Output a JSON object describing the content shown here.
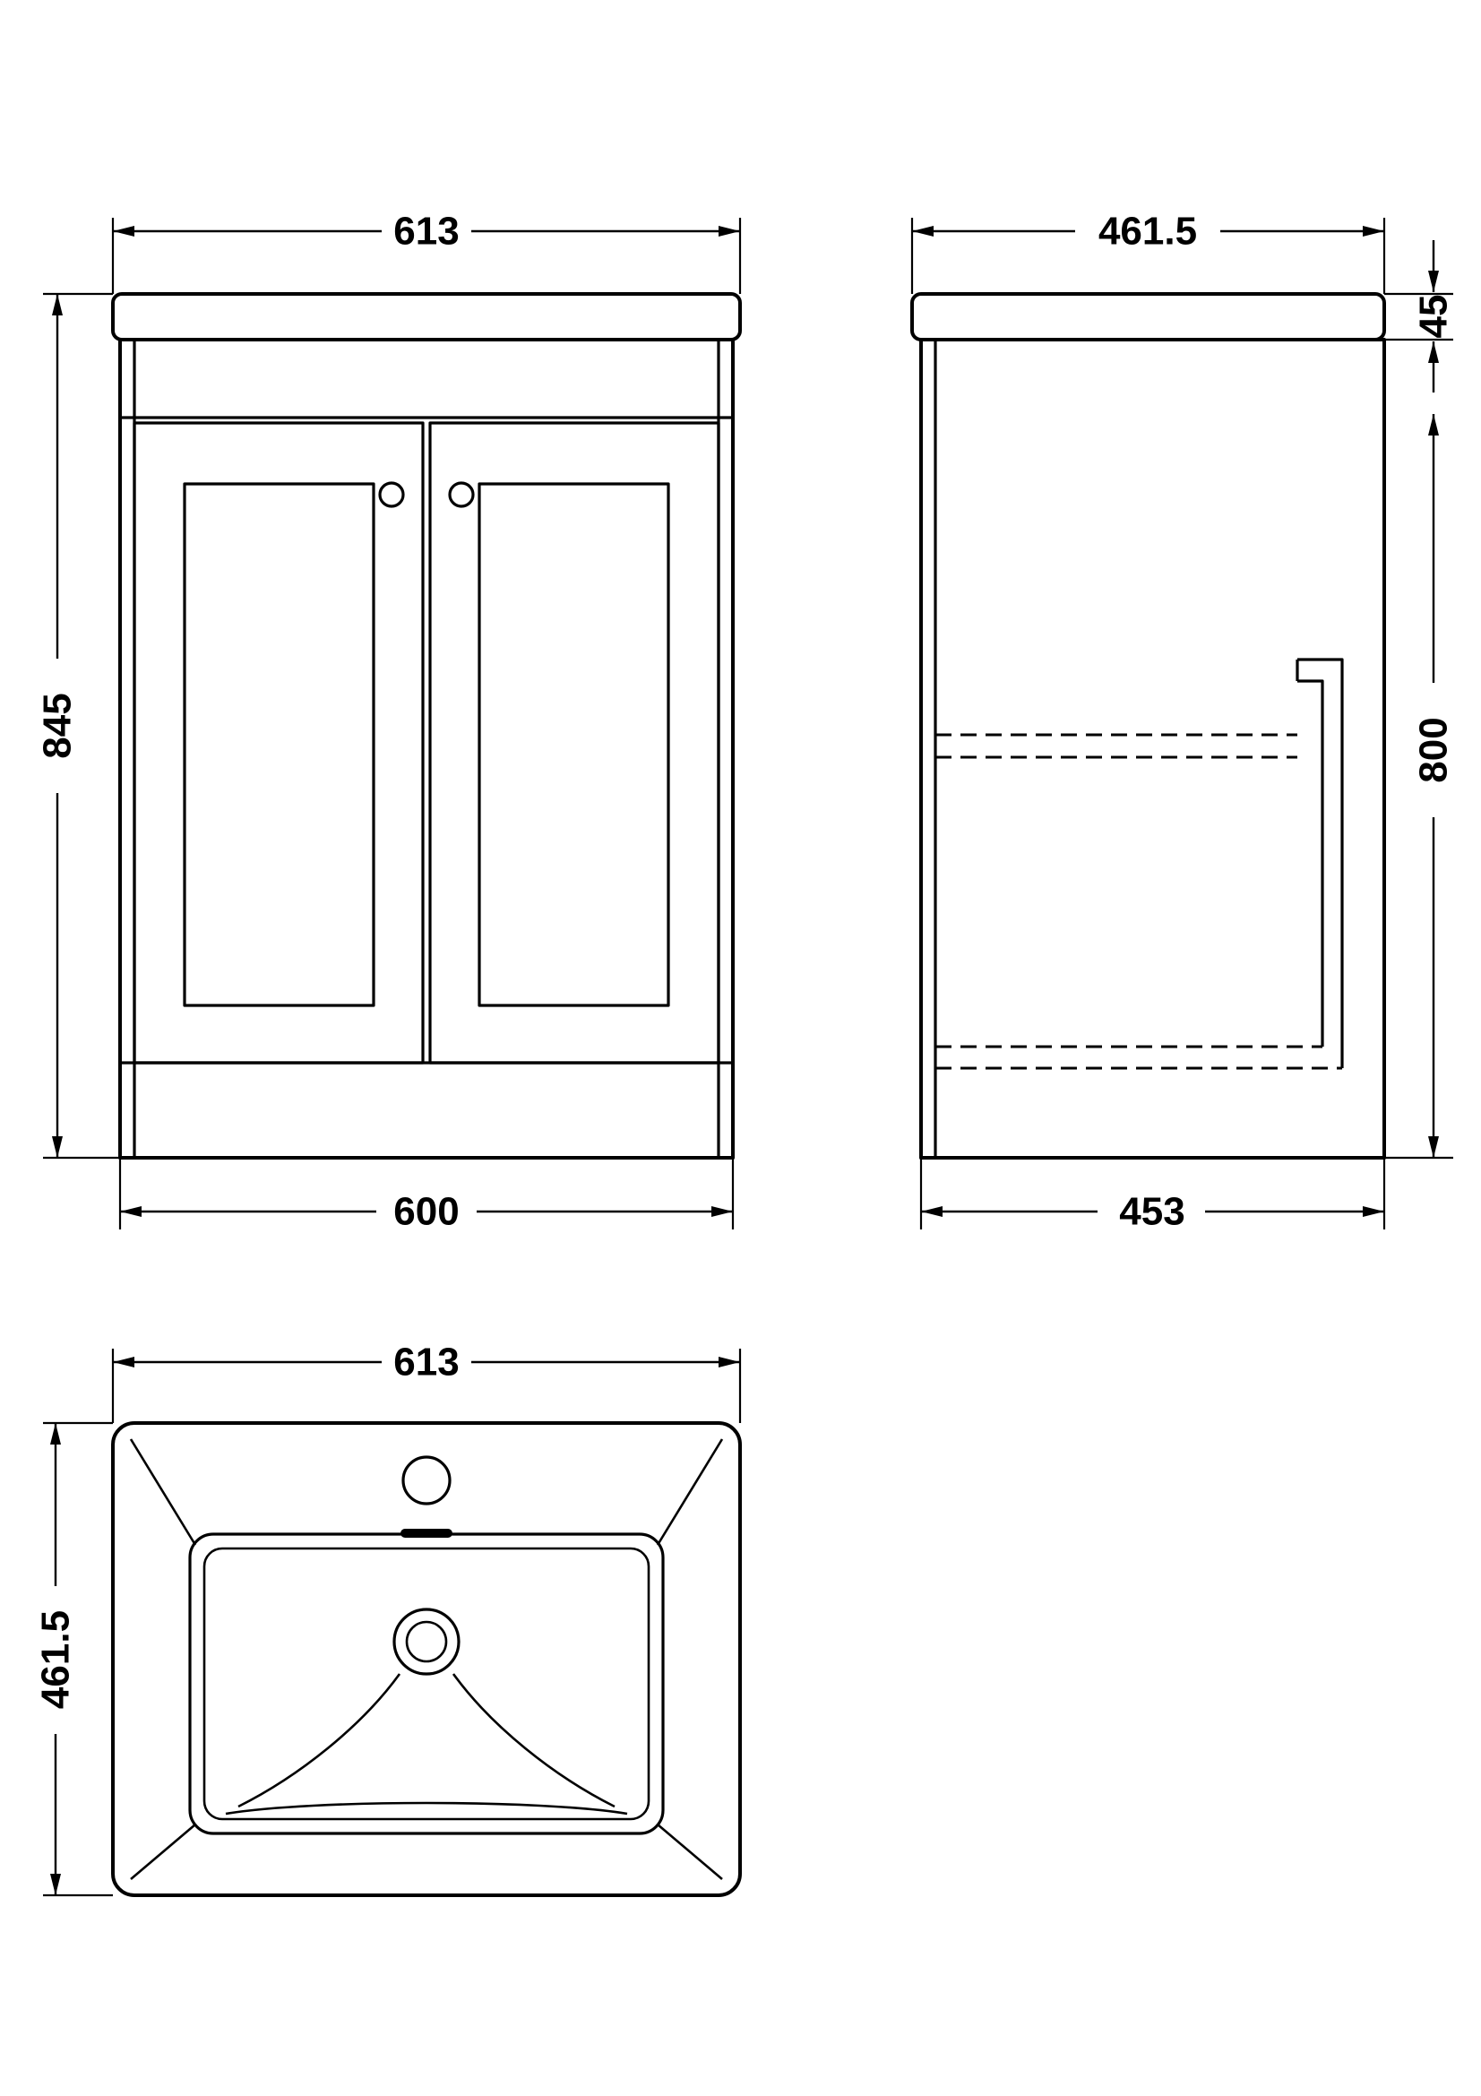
{
  "page": {
    "background": "#ffffff",
    "line_color": "#000000"
  },
  "views": {
    "front": {
      "dim_width_top": "613",
      "dim_height": "845",
      "dim_width_bottom": "600"
    },
    "side": {
      "dim_depth_top": "461.5",
      "dim_worktop_thickness": "45",
      "dim_cabinet_height": "800",
      "dim_depth_bottom": "453"
    },
    "plan": {
      "dim_width": "613",
      "dim_depth": "461.5"
    }
  }
}
